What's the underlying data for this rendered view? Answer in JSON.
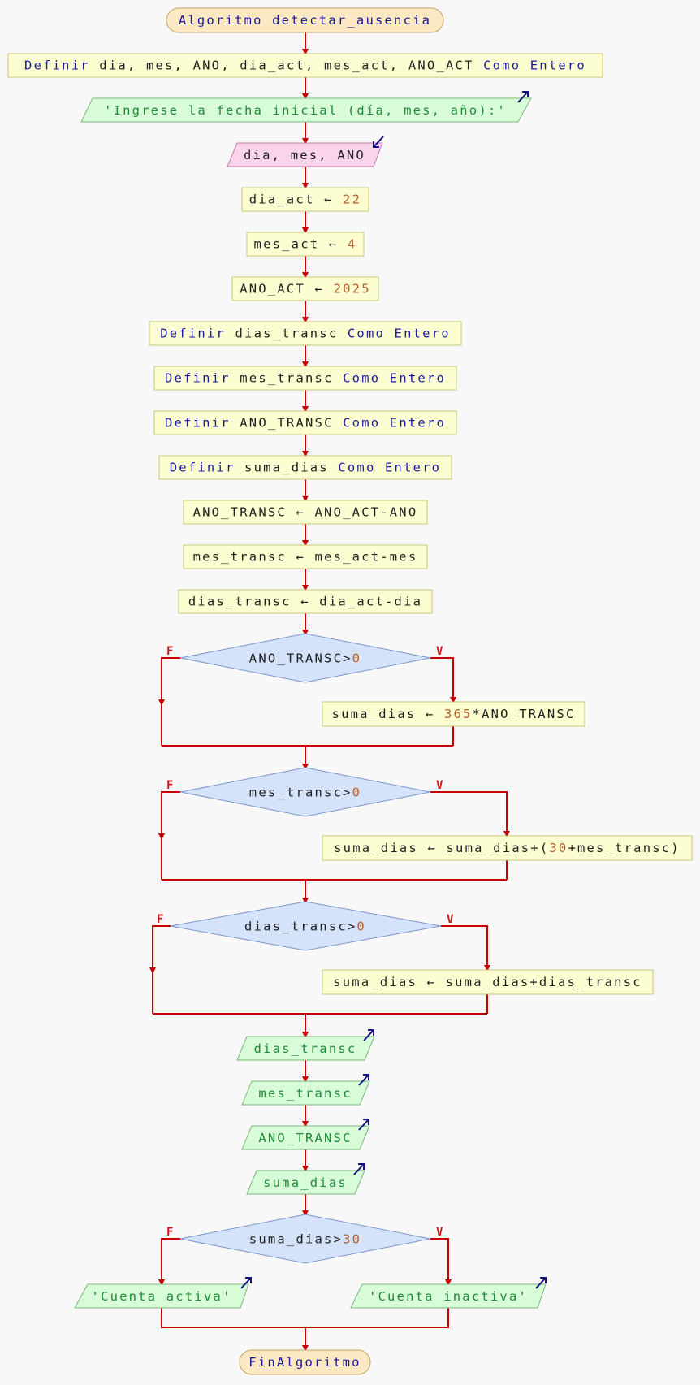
{
  "diagram": {
    "start": "Algoritmo detectar_ausencia",
    "define_all": {
      "kw": "Definir",
      "vars": " dia, mes, ANO, dia_act, mes_act, ANO_ACT ",
      "type": "Como Entero"
    },
    "prompt": "'Ingrese la fecha inicial (día, mes, año):'",
    "read_vars": "dia, mes, ANO",
    "assign_dia_act": {
      "var": "dia_act",
      "arrow": "←",
      "value": "22"
    },
    "assign_mes_act": {
      "var": "mes_act",
      "arrow": "←",
      "value": "4"
    },
    "assign_ano_act": {
      "var": "ANO_ACT",
      "arrow": "←",
      "value": "2025"
    },
    "define_dias_transc": {
      "kw": "Definir",
      "var": " dias_transc ",
      "type": "Como Entero"
    },
    "define_mes_transc": {
      "kw": "Definir",
      "var": " mes_transc ",
      "type": "Como Entero"
    },
    "define_ano_transc": {
      "kw": "Definir",
      "var": " ANO_TRANSC ",
      "type": "Como Entero"
    },
    "define_suma_dias": {
      "kw": "Definir",
      "var": " suma_dias ",
      "type": "Como Entero"
    },
    "calc_ano_transc": "ANO_TRANSC ← ANO_ACT-ANO",
    "calc_mes_transc": "mes_transc ← mes_act-mes",
    "calc_dias_transc": "dias_transc ← dia_act-dia",
    "cond1": {
      "var": "ANO_TRANSC>",
      "num": "0"
    },
    "then1": {
      "lhs": "suma_dias ← ",
      "num": "365",
      "rest": "*ANO_TRANSC"
    },
    "cond2": {
      "var": "mes_transc>",
      "num": "0"
    },
    "then2": {
      "lhs": "suma_dias ← suma_dias+(",
      "num": "30",
      "rest": "+mes_transc)"
    },
    "cond3": {
      "var": "dias_transc>",
      "num": "0"
    },
    "then3": "suma_dias ← suma_dias+dias_transc",
    "out_dias": "dias_transc",
    "out_mes": "mes_transc",
    "out_ano": "ANO_TRANSC",
    "out_suma": "suma_dias",
    "cond4": {
      "var": "suma_dias>",
      "num": "30"
    },
    "out_activa": "'Cuenta activa'",
    "out_inactiva": "'Cuenta inactiva'",
    "end": "FinAlgoritmo",
    "label_false": "F",
    "label_true": "V"
  },
  "colors": {
    "flow_line": "#c80000",
    "process_fill": "#fdfdd2",
    "process_stroke": "#c8c878",
    "io_fill": "#d8fcd8",
    "io_stroke": "#79b979",
    "read_fill": "#fad4ea",
    "read_stroke": "#c27aa5",
    "decision_fill": "#d4e2fa",
    "decision_stroke": "#7d96cc",
    "terminal_fill": "#fce8c2",
    "terminal_stroke": "#c9a267",
    "keyword": "#1a1a9c",
    "number": "#b8602a",
    "string": "#1f8a3a"
  }
}
